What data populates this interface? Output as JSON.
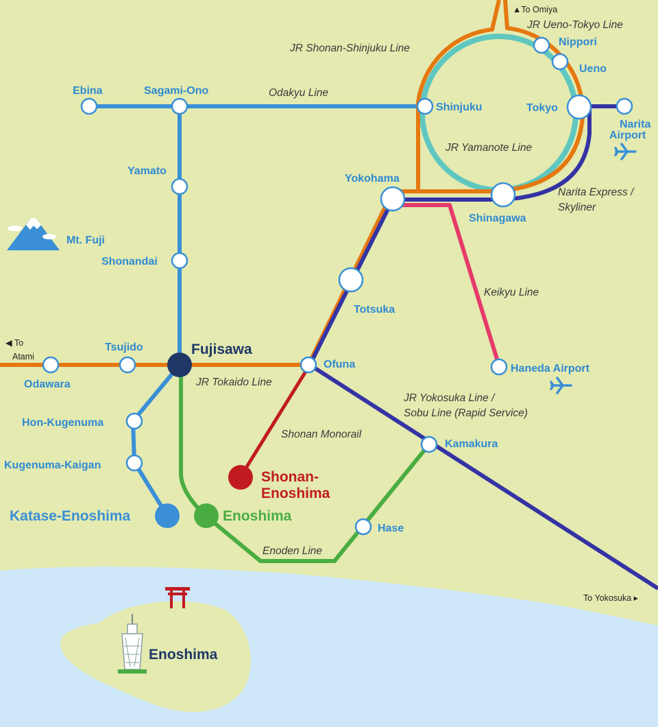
{
  "colors": {
    "land": "#e4eab0",
    "sea": "#cde6f8",
    "island": "#e4eab0",
    "tokaido": "#e5780f",
    "yokosuka": "#3533a4",
    "keikyu": "#e63a6b",
    "yamanote": "#5fc7c0",
    "odakyu": "#3a8fd6",
    "enoden": "#4aad42",
    "monorail": "#c11b21",
    "fujisawa": "#1e3766",
    "station_text": "#2f8ad2"
  },
  "directions": {
    "omiya": "▲To Omiya",
    "atami_1": "◀ To",
    "atami_2": "Atami",
    "yokosuka": "To Yokosuka ▸"
  },
  "lines": {
    "ueno_tokyo": "JR Ueno-Tokyo Line",
    "shonan_shinjuku": "JR Shonan-Shinjuku Line",
    "odakyu": "Odakyu Line",
    "yamanote": "JR Yamanote Line",
    "narita_express_1": "Narita Express /",
    "narita_express_2": "Skyliner",
    "keikyu": "Keikyu Line",
    "tokaido": "JR Tokaido Line",
    "yokosuka_1": "JR Yokosuka Line /",
    "yokosuka_2": "Sobu Line (Rapid Service)",
    "monorail": "Shonan Monorail",
    "enoden": "Enoden Line"
  },
  "stations": {
    "ebina": "Ebina",
    "sagami_ono": "Sagami-Ono",
    "shinjuku": "Shinjuku",
    "nippori": "Nippori",
    "ueno": "Ueno",
    "tokyo": "Tokyo",
    "narita_1": "Narita",
    "narita_2": "Airport",
    "yamato": "Yamato",
    "yokohama": "Yokohama",
    "shinagawa": "Shinagawa",
    "shonandai": "Shonandai",
    "totsuka": "Totsuka",
    "tsujido": "Tsujido",
    "fujisawa": "Fujisawa",
    "ofuna": "Ofuna",
    "haneda": "Haneda Airport",
    "odawara": "Odawara",
    "hon_kugenuma": "Hon-Kugenuma",
    "kugenuma_kaigan": "Kugenuma-Kaigan",
    "kamakura": "Kamakura",
    "shonan_enoshima_1": "Shonan-",
    "shonan_enoshima_2": "Enoshima",
    "katase_enoshima": "Katase-Enoshima",
    "enoshima": "Enoshima",
    "hase": "Hase"
  },
  "landmarks": {
    "mt_fuji": "Mt. Fuji",
    "enoshima_island": "Enoshima"
  },
  "icons": [
    "airplane-icon",
    "airplane-icon",
    "mountain-icon",
    "torii-gate-icon",
    "lighthouse-tower-icon"
  ]
}
